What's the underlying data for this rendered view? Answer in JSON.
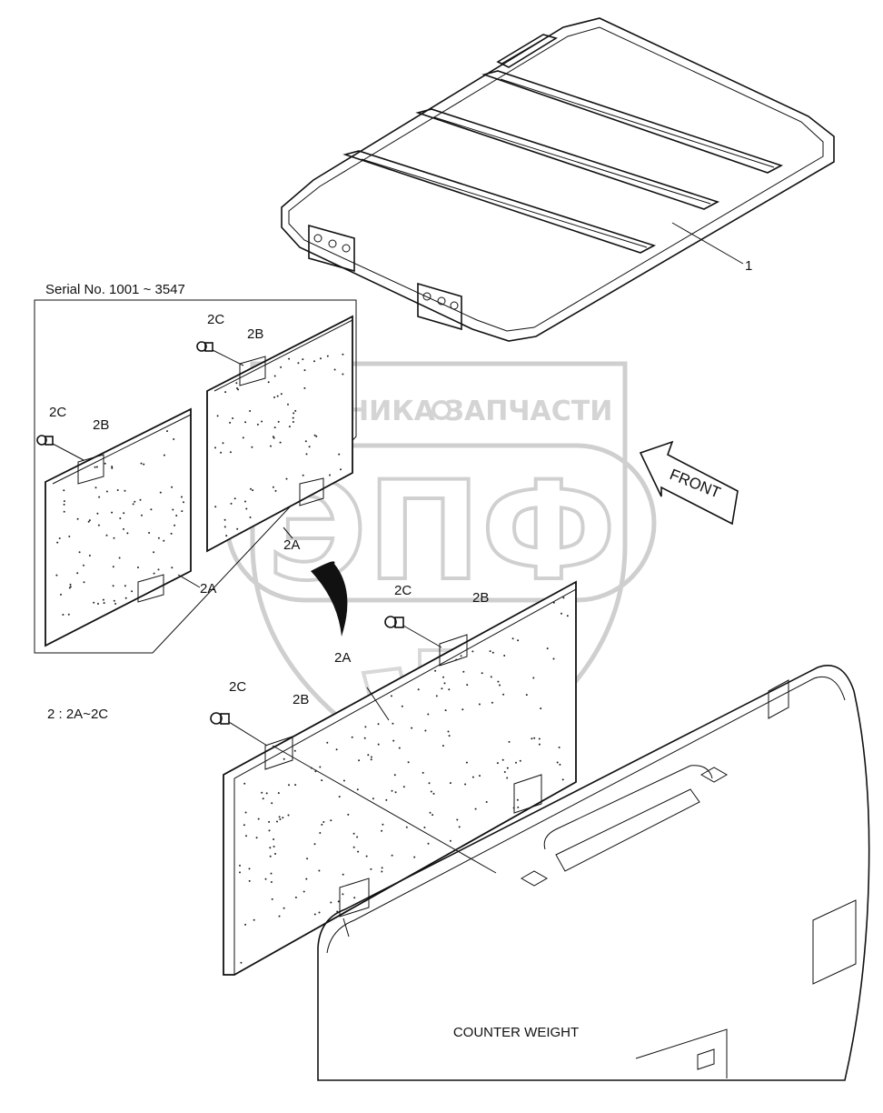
{
  "diagram": {
    "serial_note": "Serial No. 1001 ~ 3547",
    "composition_note": "2 : 2A~2C",
    "front_label": "FRONT",
    "counter_weight_label": "COUNTER WEIGHT",
    "callouts": {
      "part_1": "1",
      "inset_2c_a": "2C",
      "inset_2b_a": "2B",
      "inset_2c_b": "2C",
      "inset_2b_b": "2B",
      "inset_2a_a": "2A",
      "inset_2a_b": "2A",
      "main_2c_a": "2C",
      "main_2b_a": "2B",
      "main_2a": "2A",
      "main_2c_b": "2C",
      "main_2b_b": "2B"
    }
  },
  "watermark": {
    "left_word": "ТЕХНИКА",
    "right_word": "ЗАПЧАСТИ",
    "logo_text": "ЭПФ"
  }
}
